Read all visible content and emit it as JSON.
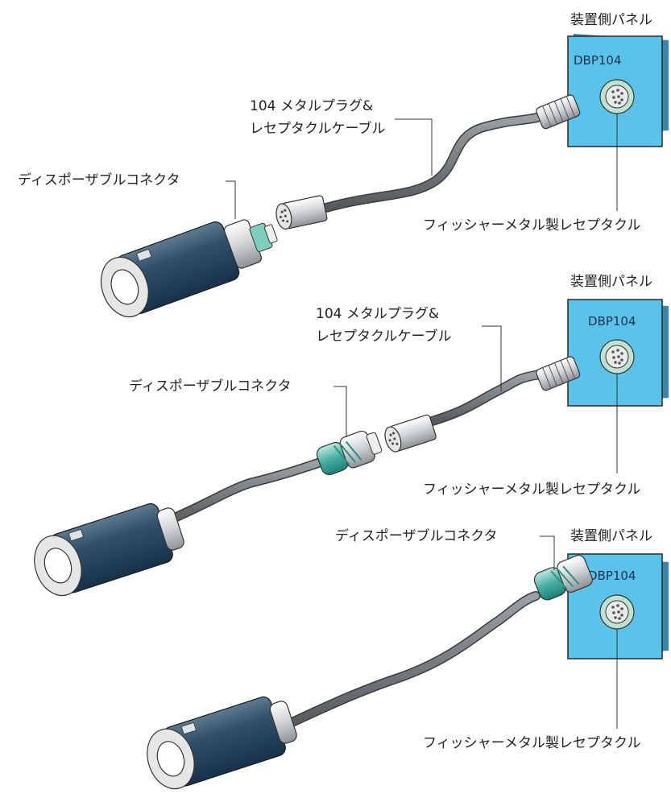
{
  "panel_label": "装置側パネル",
  "panel_model": "DBP104",
  "receptacle_label": "フィッシャーメタル製レセプタクル",
  "cable_label_line1": "104 メタルプラグ&",
  "cable_label_line2": "レセプタクルケーブル",
  "disposable_connector_label": "ディスポーザブルコネクタ",
  "colors": {
    "panel": "#5bc3e9",
    "handle": "#23445e",
    "cable": "#6e7479",
    "connector_teal": "#3ba49a",
    "metal": "#d8d8d8"
  }
}
